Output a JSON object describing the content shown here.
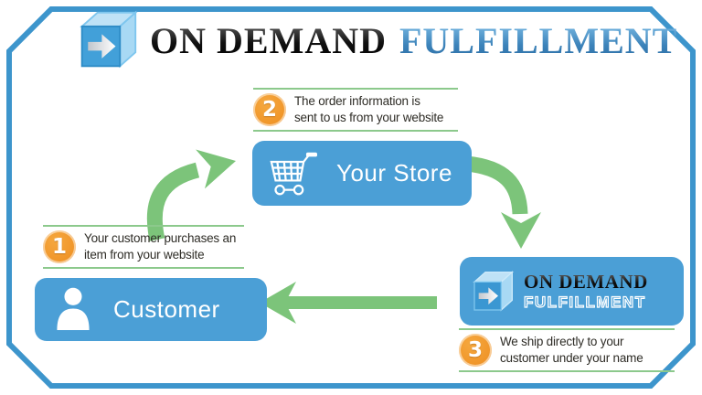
{
  "colors": {
    "box_blue": "#4b9fd6",
    "arrow_green": "#7cc47a",
    "line_green": "#8cc98c",
    "badge_orange": "#ee8d1f",
    "border_blue": "#3d95cc",
    "brand_dark": "#101010",
    "brand_blue": "#3c83ba"
  },
  "header": {
    "logo_icon": "cube-arrow-icon",
    "title_dark": "ON DEMAND",
    "title_blue": "FULFILLMENT"
  },
  "steps": [
    {
      "number": "1",
      "text_line1": "Your customer purchases an",
      "text_line2": "item from your website"
    },
    {
      "number": "2",
      "text_line1": "The order information is",
      "text_line2": "sent to us from your website"
    },
    {
      "number": "3",
      "text_line1": "We ship directly to your",
      "text_line2": "customer under your name"
    }
  ],
  "nodes": {
    "store": {
      "label": "Your Store",
      "icon": "shopping-cart-icon"
    },
    "customer": {
      "label": "Customer",
      "icon": "person-icon"
    },
    "fulfillment": {
      "brand_dark": "ON DEMAND",
      "brand_outline": "FULFILLMENT",
      "icon": "cube-arrow-icon"
    }
  },
  "flow": {
    "arrows": [
      {
        "from": "customer",
        "to": "store",
        "shape": "curved-up-right"
      },
      {
        "from": "store",
        "to": "fulfillment",
        "shape": "curved-right-down"
      },
      {
        "from": "fulfillment",
        "to": "customer",
        "shape": "straight-left"
      }
    ]
  }
}
